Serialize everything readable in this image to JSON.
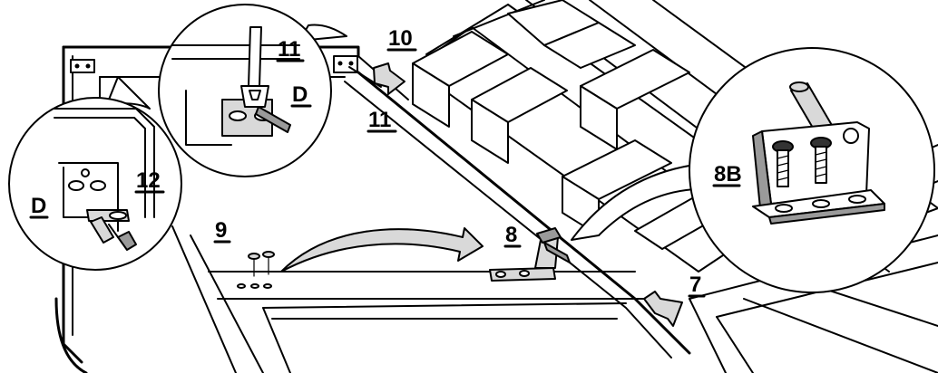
{
  "callouts": {
    "c10": "10",
    "c11_top": "11",
    "c11_zoom": "11",
    "cD_zoom1": "D",
    "cD_zoom2": "D",
    "c12": "12",
    "c9": "9",
    "c8": "8",
    "c8B": "8B",
    "c7": "7"
  },
  "colors": {
    "line": "#000000",
    "fill_light": "#d9d9d9",
    "fill_mid": "#9a9a9a",
    "background": "#ffffff"
  }
}
